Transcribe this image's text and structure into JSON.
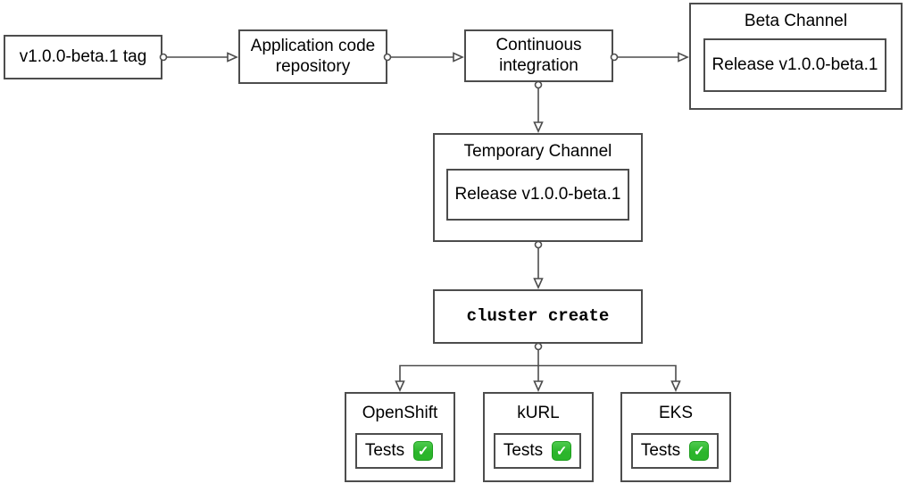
{
  "nodes": {
    "tag": {
      "label": "v1.0.0-beta.1 tag"
    },
    "repo": {
      "label": "Application code repository"
    },
    "ci": {
      "label": "Continuous integration"
    },
    "beta_channel": {
      "title": "Beta Channel",
      "release": "Release v1.0.0-beta.1"
    },
    "temp_channel": {
      "title": "Temporary Channel",
      "release": "Release v1.0.0-beta.1"
    },
    "cluster_create": {
      "label": "cluster create"
    },
    "openshift": {
      "title": "OpenShift",
      "tests_label": "Tests"
    },
    "kurl": {
      "title": "kURL",
      "tests_label": "Tests"
    },
    "eks": {
      "title": "EKS",
      "tests_label": "Tests"
    }
  },
  "icons": {
    "check": "✓"
  },
  "colors": {
    "stroke": "#4d4d4d",
    "text": "#000000",
    "node_fill": "#ffffff",
    "background": "#ffffff",
    "check_green": "#2bb52b",
    "check_green_dark": "#1d9e1d",
    "check_mark": "#ffffff"
  }
}
